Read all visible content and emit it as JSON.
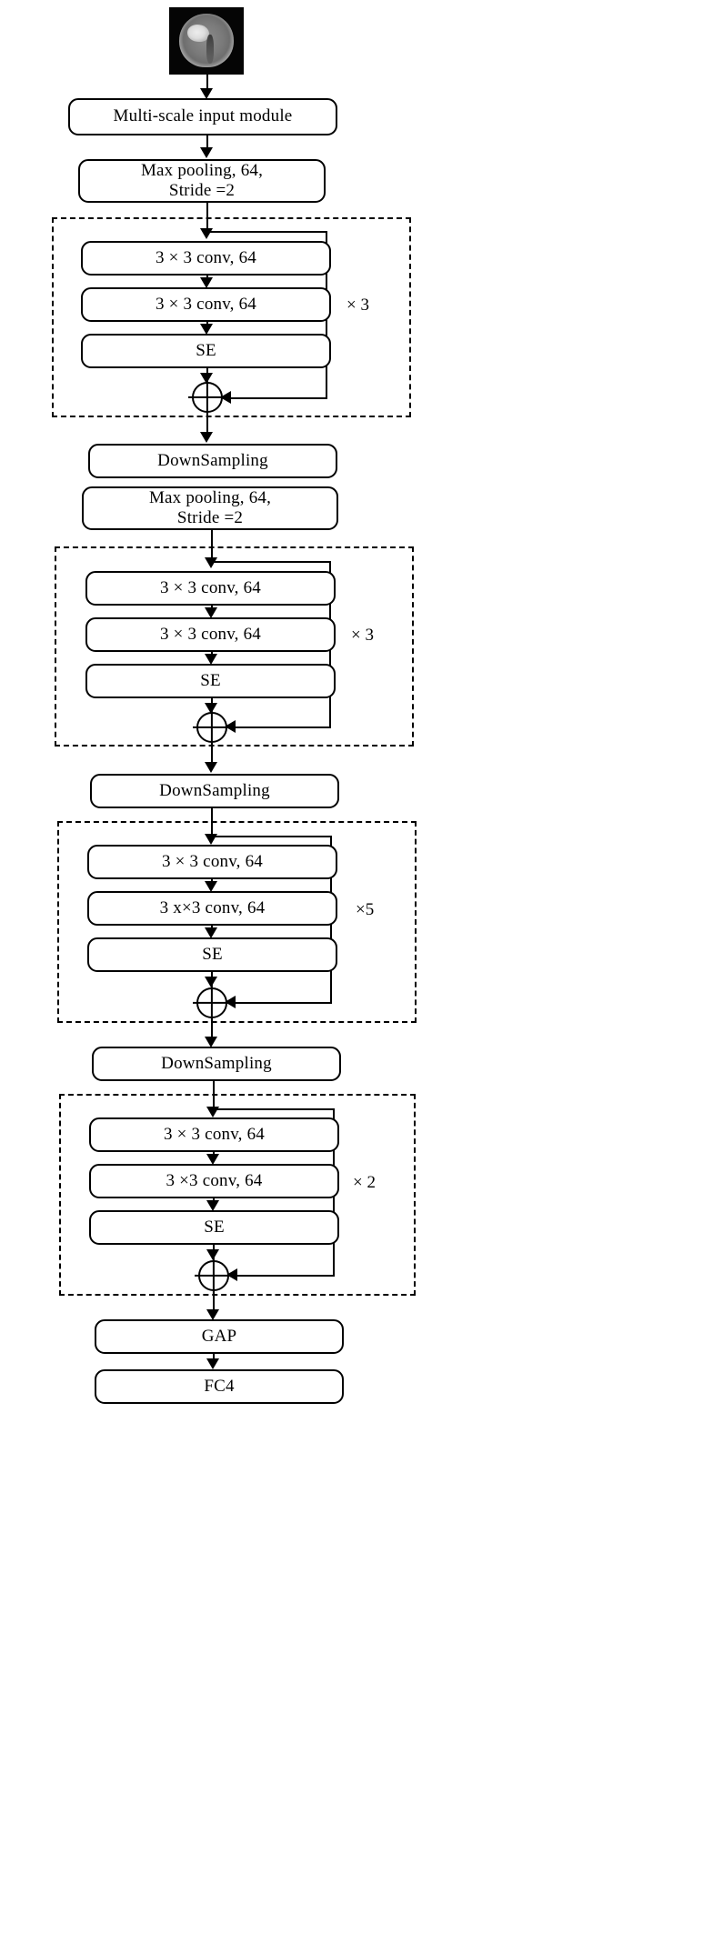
{
  "figure": {
    "type": "flowchart",
    "title": "SE-ResNet style CNN architecture",
    "input_image": {
      "name": "brain-mri-slice",
      "alt": "axial brain MRI slice with bright lesion"
    },
    "colors": {
      "stroke": "#000000",
      "background": "#ffffff"
    }
  },
  "nodes": {
    "multi_scale": "Multi-scale input module",
    "maxpool_1": "Max pooling,    64,\nStride =2",
    "maxpool_2": "Max pooling,    64,\nStride =2",
    "downsampling_1": "DownSampling",
    "downsampling_2": "DownSampling",
    "downsampling_3": "DownSampling",
    "gap": "GAP",
    "fc": "FC4"
  },
  "blocks": [
    {
      "id": "stage-1",
      "repeat": "× 3",
      "layers": [
        "3 × 3 conv, 64",
        "3 × 3 conv, 64",
        "SE"
      ],
      "sum_symbol": "⊕"
    },
    {
      "id": "stage-2",
      "repeat": "× 3",
      "layers": [
        "3 × 3 conv, 64",
        "3 × 3 conv, 64",
        "SE"
      ],
      "sum_symbol": "⊕"
    },
    {
      "id": "stage-3",
      "repeat": "×5",
      "layers": [
        "3 × 3 conv, 64",
        "3 x×3 conv, 64",
        "SE"
      ],
      "sum_symbol": "⊕"
    },
    {
      "id": "stage-4",
      "repeat": "× 2",
      "layers": [
        "3 × 3 conv, 64",
        "3 ×3 conv, 64",
        "SE"
      ],
      "sum_symbol": "⊕"
    }
  ]
}
